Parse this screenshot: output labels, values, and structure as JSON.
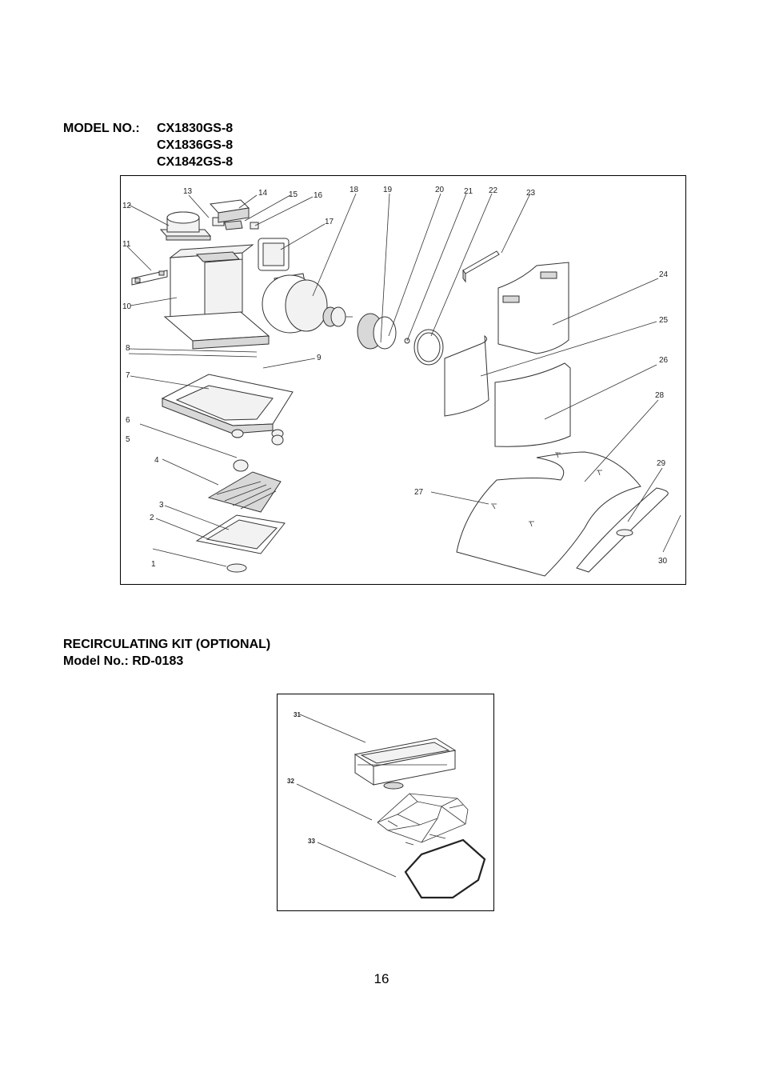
{
  "model": {
    "label": "MODEL NO.:",
    "numbers": [
      "CX1830GS-8",
      "CX1836GS-8",
      "CX1842GS-8"
    ]
  },
  "diagram_main": {
    "callouts": [
      "1",
      "2",
      "3",
      "4",
      "5",
      "6",
      "7",
      "8",
      "9",
      "10",
      "11",
      "12",
      "13",
      "14",
      "15",
      "16",
      "17",
      "18",
      "19",
      "20",
      "21",
      "22",
      "23",
      "24",
      "25",
      "26",
      "27",
      "28",
      "29",
      "30"
    ]
  },
  "kit": {
    "title": "RECIRCULATING KIT (OPTIONAL)",
    "model": "Model No.: RD-0183",
    "callouts": [
      "31",
      "32",
      "33"
    ]
  },
  "page_number": "16"
}
